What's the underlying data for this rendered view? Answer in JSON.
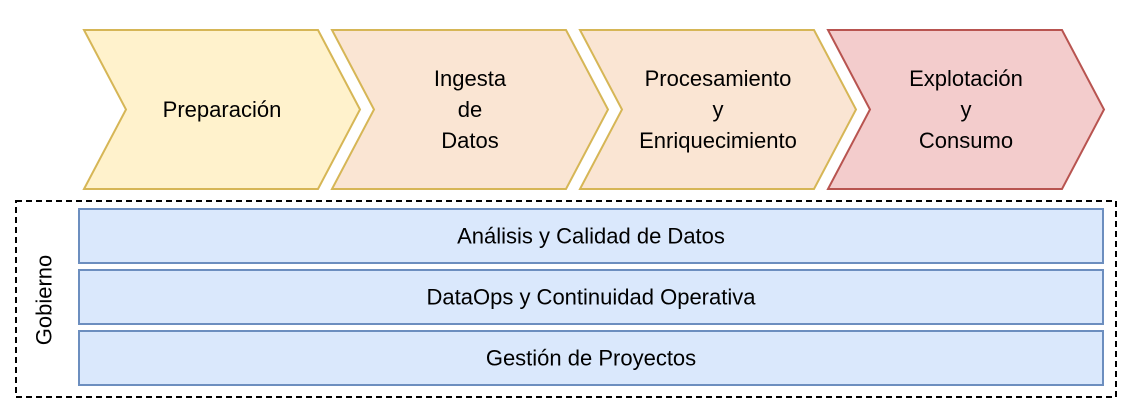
{
  "pipeline": {
    "stages": [
      {
        "lines": [
          "Preparación"
        ],
        "fill": "#FFF2CC",
        "stroke": "#D6B656"
      },
      {
        "lines": [
          "Ingesta",
          "de",
          "Datos"
        ],
        "fill": "#FAE5D3",
        "stroke": "#D6B656"
      },
      {
        "lines": [
          "Procesamiento",
          "y",
          "Enriquecimiento"
        ],
        "fill": "#FAE5D3",
        "stroke": "#D6B656"
      },
      {
        "lines": [
          "Explotación",
          "y",
          "Consumo"
        ],
        "fill": "#F3CCCC",
        "stroke": "#B85450"
      }
    ]
  },
  "governance": {
    "title": "Gobierno",
    "border_color": "#000000",
    "layers": [
      {
        "label": "Análisis y Calidad de Datos",
        "fill": "#DAE8FC",
        "stroke": "#6C8EBF"
      },
      {
        "label": "DataOps y Continuidad Operativa",
        "fill": "#DAE8FC",
        "stroke": "#6C8EBF"
      },
      {
        "label": "Gestión de Proyectos",
        "fill": "#DAE8FC",
        "stroke": "#6C8EBF"
      }
    ]
  }
}
